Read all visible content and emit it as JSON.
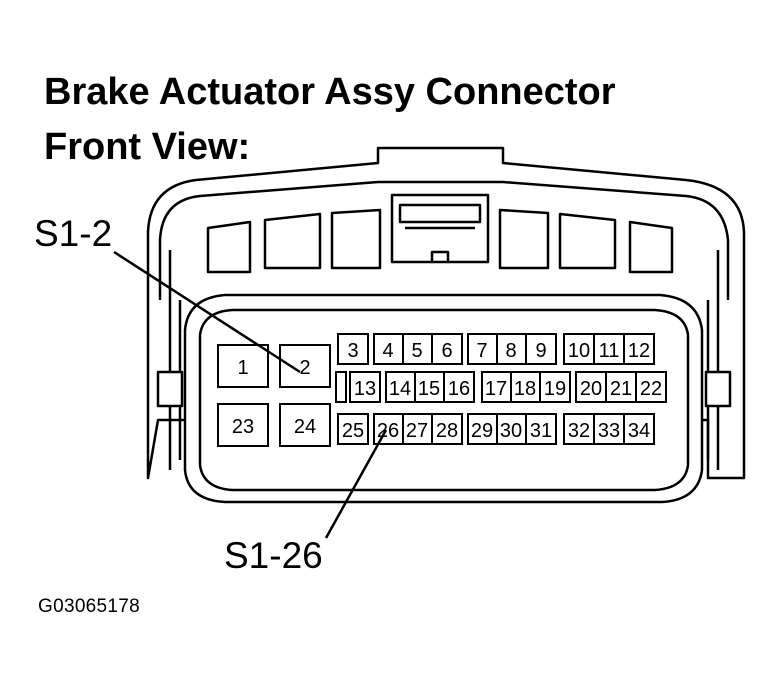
{
  "title_line1": "Brake Actuator Assy Connector",
  "title_line2": "Front View:",
  "callouts": {
    "a": "S1-2",
    "b": "S1-26"
  },
  "figure_id": "G03065178",
  "pins": {
    "p1": "1",
    "p2": "2",
    "p3": "3",
    "p4": "4",
    "p5": "5",
    "p6": "6",
    "p7": "7",
    "p8": "8",
    "p9": "9",
    "p10": "10",
    "p11": "11",
    "p12": "12",
    "p13": "13",
    "p14": "14",
    "p15": "15",
    "p16": "16",
    "p17": "17",
    "p18": "18",
    "p19": "19",
    "p20": "20",
    "p21": "21",
    "p22": "22",
    "p23": "23",
    "p24": "24",
    "p25": "25",
    "p26": "26",
    "p27": "27",
    "p28": "28",
    "p29": "29",
    "p30": "30",
    "p31": "31",
    "p32": "32",
    "p33": "33",
    "p34": "34"
  }
}
